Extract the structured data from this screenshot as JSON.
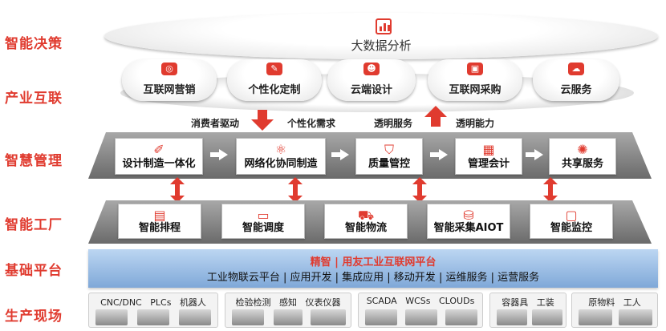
{
  "layers": [
    "智能决策",
    "产业互联",
    "智慧管理",
    "智能工厂",
    "基础平台",
    "生产现场"
  ],
  "big_data": {
    "title": "大数据分析",
    "icon": "bar-chart-icon"
  },
  "clouds": [
    {
      "label": "互联网营销",
      "icon": "globe-icon"
    },
    {
      "label": "个性化定制",
      "icon": "ruler-icon"
    },
    {
      "label": "云端设计",
      "icon": "people-icon"
    },
    {
      "label": "互联网采购",
      "icon": "cart-icon"
    },
    {
      "label": "云服务",
      "icon": "cloud-icon"
    }
  ],
  "flows": [
    "消费者驱动",
    "个性化需求",
    "透明服务",
    "透明能力"
  ],
  "management": [
    {
      "label": "设计制造一体化",
      "icon": "design-icon"
    },
    {
      "label": "网络化协同制造",
      "icon": "network-icon"
    },
    {
      "label": "质量管控",
      "icon": "shield-check-icon"
    },
    {
      "label": "管理会计",
      "icon": "calculator-icon"
    },
    {
      "label": "共享服务",
      "icon": "share-icon"
    }
  ],
  "factory": [
    {
      "label": "智能排程",
      "icon": "schedule-icon"
    },
    {
      "label": "智能调度",
      "icon": "dispatch-icon"
    },
    {
      "label": "智能物流",
      "icon": "truck-icon"
    },
    {
      "label": "智能采集AIOT",
      "icon": "database-icon"
    },
    {
      "label": "智能监控",
      "icon": "monitor-icon"
    }
  ],
  "platform": {
    "title": "精智 | 用友工业互联网平台",
    "services": "工业物联云平台 | 应用开发 | 集成应用 | 移动开发 | 运维服务 | 运营服务"
  },
  "production": [
    {
      "labels": [
        "CNC/DNC",
        "PLCs",
        "机器人"
      ]
    },
    {
      "labels": [
        "检验检测",
        "感知",
        "仪表仪器"
      ]
    },
    {
      "labels": [
        "SCADA",
        "WCSs",
        "CLOUDs"
      ]
    },
    {
      "labels": [
        "容器具",
        "工装"
      ]
    },
    {
      "labels": [
        "原物料",
        "工人"
      ]
    }
  ],
  "colors": {
    "accent": "#e03b2f",
    "platform_blue": "#9ec0e6",
    "gray_band": "#808080"
  }
}
